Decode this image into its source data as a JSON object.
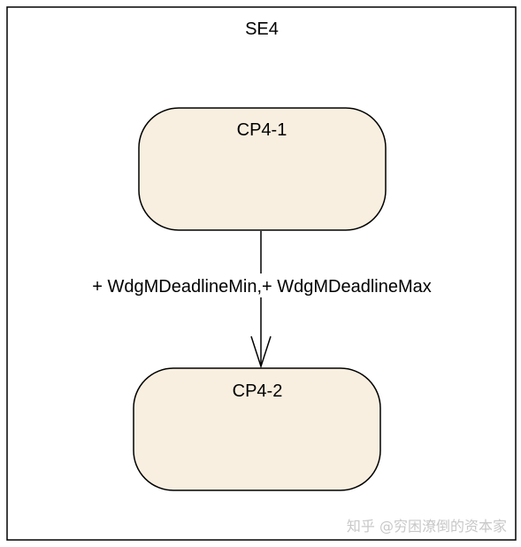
{
  "colors": {
    "frame_stroke": "#000000",
    "state_fill": "#f9efe0",
    "state_stroke": "#000000",
    "arrow": "#000000",
    "watermark": "#c8c8c8"
  },
  "frame": {
    "title": "SE4"
  },
  "states": [
    {
      "id": "cp4-1",
      "label": "CP4-1"
    },
    {
      "id": "cp4-2",
      "label": "CP4-2"
    }
  ],
  "transition": {
    "from": "CP4-1",
    "to": "CP4-2",
    "label": "+ WdgMDeadlineMin,+ WdgMDeadlineMax"
  },
  "watermark": {
    "text": "知乎 @穷困潦倒的资本家"
  }
}
